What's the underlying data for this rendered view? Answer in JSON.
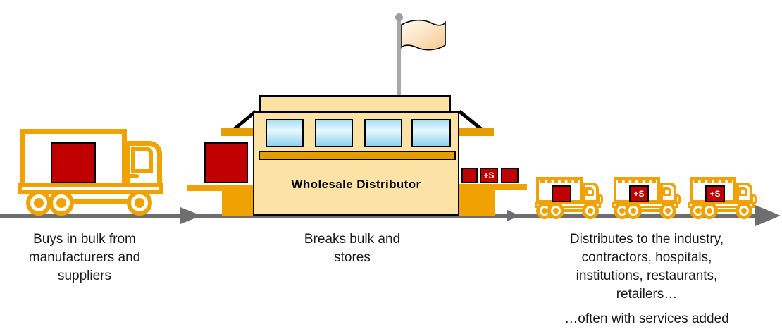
{
  "diagram": {
    "building": {
      "label": "Wholesale Distributor"
    },
    "dock_crates": [
      {
        "label": ""
      },
      {
        "label": "+S"
      },
      {
        "label": ""
      }
    ],
    "small_trucks": [
      {
        "box_label": ""
      },
      {
        "box_label": "+S"
      },
      {
        "box_label": "+S"
      }
    ],
    "captions": {
      "left": {
        "lines": [
          "Buys in bulk from",
          "manufacturers and",
          "suppliers"
        ]
      },
      "middle": {
        "lines": [
          "Breaks bulk and",
          "stores"
        ]
      },
      "right": {
        "lines": [
          "Distributes to the industry,",
          "contractors, hospitals,",
          "institutions, restaurants,",
          "retailers…"
        ]
      },
      "services": "…often with services added"
    },
    "colors": {
      "gold": "#F0A202",
      "orange_bar": "#E69D00",
      "red": "#C00000",
      "building_fill": "#FCE2A5",
      "window_top": "#A9E0F7",
      "window_bottom": "#8CD2F0",
      "flag_dark": "#F7C98E",
      "pole_gray": "#A8A8A8",
      "timeline_gray": "#6E6E6E",
      "text": "#1A1A1A"
    }
  }
}
